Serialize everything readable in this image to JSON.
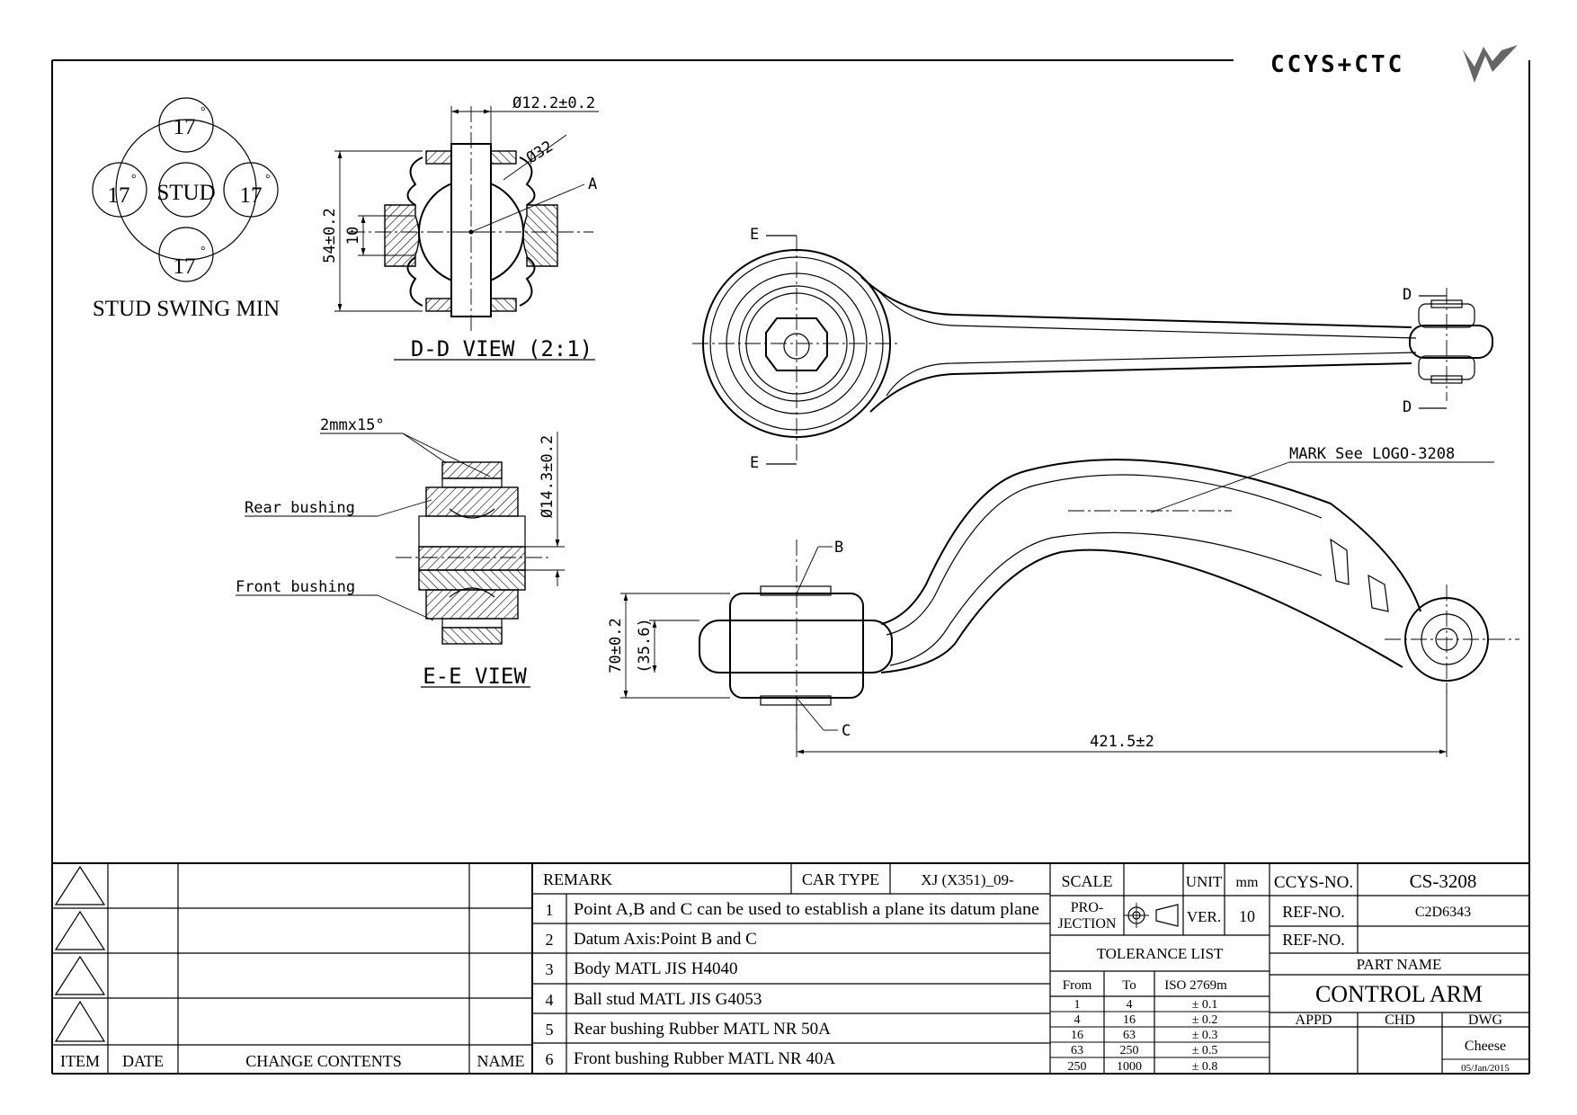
{
  "brand": {
    "logo_text": "CCYS+CTC"
  },
  "stud_swing": {
    "center": "STUD",
    "angles": [
      "17",
      "17",
      "17",
      "17"
    ],
    "degree_mark": "°",
    "caption": "STUD SWING MIN"
  },
  "dd_view": {
    "title": "D-D VIEW (2:1)",
    "dia_pin": "Ø12.2±0.2",
    "dia_ball": "Ø32",
    "label_a": "A",
    "height": "54±0.2",
    "inner": "10"
  },
  "ee_view": {
    "title": "E-E VIEW",
    "chamfer": "2mmx15°",
    "rear_bushing": "Rear bushing",
    "front_bushing": "Front bushing",
    "dia": "Ø14.3±0.2"
  },
  "top_view": {
    "section_e": "E",
    "section_d": "D"
  },
  "side_view": {
    "mark_note": "MARK See LOGO-3208",
    "label_b": "B",
    "label_c": "C",
    "height": "70±0.2",
    "ref_height": "(35.6)",
    "length": "421.5±2"
  },
  "revision": {
    "headers": {
      "item": "ITEM",
      "date": "DATE",
      "change": "CHANGE CONTENTS",
      "name": "NAME"
    }
  },
  "remarks": {
    "header": "REMARK",
    "car_type_label": "CAR TYPE",
    "car_type": "XJ (X351)_09-",
    "items": [
      {
        "no": "1",
        "text": "Point A,B and C can be used to establish a plane its datum plane"
      },
      {
        "no": "2",
        "text": "Datum Axis:Point B and C"
      },
      {
        "no": "3",
        "text": "Body MATL JIS H4040"
      },
      {
        "no": "4",
        "text": "Ball stud MATL JIS G4053"
      },
      {
        "no": "5",
        "text": "Rear bushing Rubber MATL NR 50A"
      },
      {
        "no": "6",
        "text": "Front bushing Rubber MATL NR 40A"
      }
    ]
  },
  "spec": {
    "scale_label": "SCALE",
    "scale": "",
    "unit_label": "UNIT",
    "unit": "mm",
    "projection_label_1": "PRO-",
    "projection_label_2": "JECTION",
    "ver_label": "VER.",
    "ver": "10",
    "tolerance_title": "TOLERANCE LIST",
    "tolerance_headers": [
      "From",
      "To",
      "ISO 2769m"
    ],
    "tolerance_rows": [
      [
        "1",
        "4",
        "± 0.1"
      ],
      [
        "4",
        "16",
        "± 0.2"
      ],
      [
        "16",
        "63",
        "± 0.3"
      ],
      [
        "63",
        "250",
        "± 0.5"
      ],
      [
        "250",
        "1000",
        "± 0.8"
      ]
    ]
  },
  "title_block": {
    "ccys_label": "CCYS-NO.",
    "ccys_no": "CS-3208",
    "ref1_label": "REF-NO.",
    "ref1": "C2D6343",
    "ref2_label": "REF-NO.",
    "ref2": "",
    "part_name_label": "PART NAME",
    "part_name": "CONTROL ARM",
    "appd": "APPD",
    "chd": "CHD",
    "dwg": "DWG",
    "drawer": "Cheese",
    "date": "05/Jan/2015"
  }
}
